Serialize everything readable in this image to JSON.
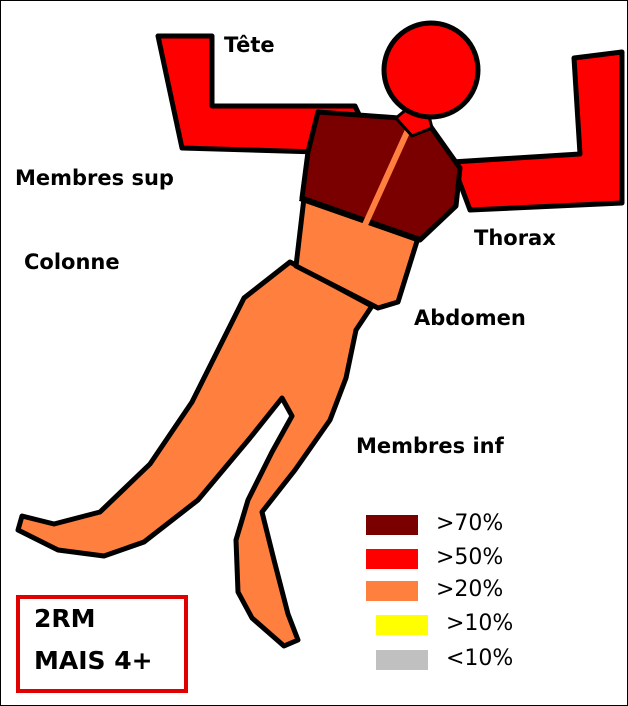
{
  "labels": {
    "tete": "Tête",
    "membres_sup": "Membres sup",
    "colonne": "Colonne",
    "thorax": "Thorax",
    "abdomen": "Abdomen",
    "membres_inf": "Membres inf"
  },
  "region_colors": {
    "tete": "#ff0000",
    "membres_sup": "#ff0000",
    "thorax": "#7a0000",
    "abdomen": "#ff7f3f",
    "colonne": "#ff7f3f",
    "membres_inf": "#ff7f3f"
  },
  "legend": [
    {
      "label": ">70%",
      "color": "#7a0000"
    },
    {
      "label": ">50%",
      "color": "#ff0000"
    },
    {
      "label": ">20%",
      "color": "#ff7f3f"
    },
    {
      "label": ">10%",
      "color": "#ffff00"
    },
    {
      "label": "<10%",
      "color": "#c0c0c0"
    }
  ],
  "badge": {
    "line1": "2RM",
    "line2": "MAIS 4+",
    "border_color": "#e00000"
  }
}
